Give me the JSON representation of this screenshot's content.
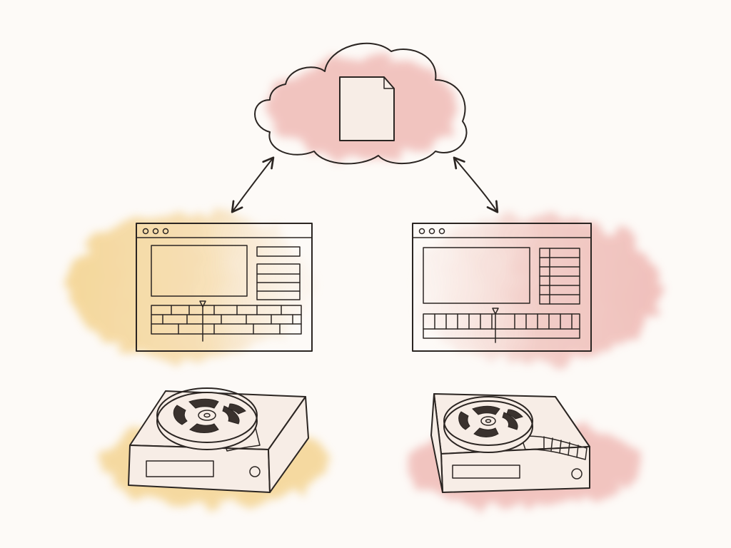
{
  "nodes": [
    {
      "id": "cloud",
      "icon": "cloud-document-icon"
    },
    {
      "id": "editor-left",
      "icon": "video-editor-window-icon"
    },
    {
      "id": "editor-right",
      "icon": "video-editor-window-icon"
    },
    {
      "id": "deck-left",
      "icon": "film-reel-player-icon"
    },
    {
      "id": "deck-right",
      "icon": "film-reel-player-icon"
    }
  ],
  "edges": [
    {
      "from": "cloud",
      "to": "editor-left",
      "style": "bidirectional-arrow"
    },
    {
      "from": "cloud",
      "to": "editor-right",
      "style": "bidirectional-arrow"
    }
  ],
  "colors": {
    "background": "#fdfaf7",
    "ink": "#2b2522",
    "wash_yellow": "#f3cf84",
    "wash_pink": "#eeb2ad",
    "paper": "#f7ede6"
  }
}
